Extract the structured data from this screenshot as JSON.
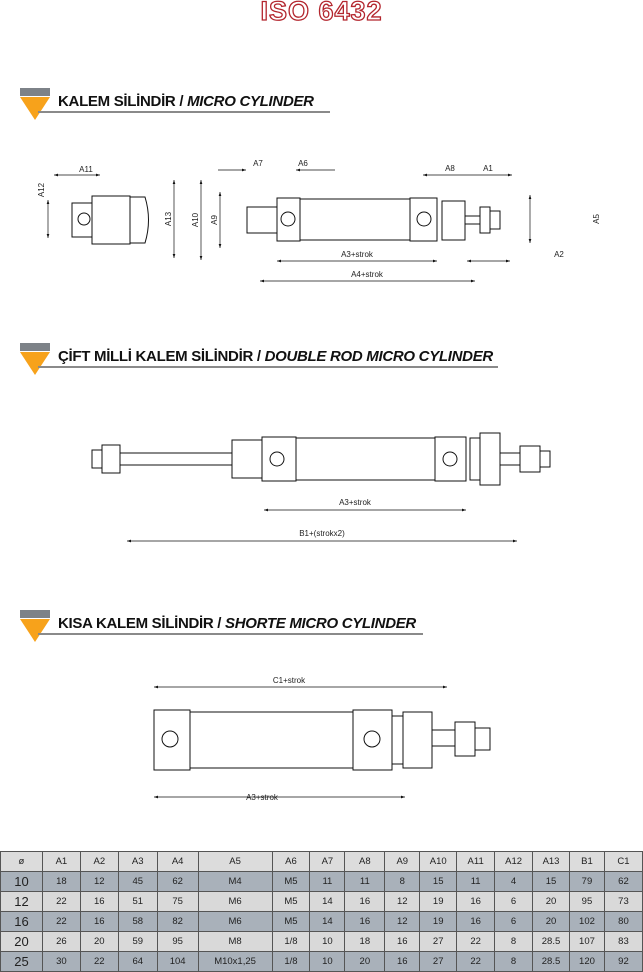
{
  "title": "ISO 6432",
  "colors": {
    "accent": "#f7a21b",
    "title_red": "#b3262e",
    "row_dark": "#a9b1ba",
    "row_light": "#d9d9d9"
  },
  "sections": [
    {
      "tr": "KALEM SİLİNDİR",
      "sep": " / ",
      "en": "MICRO CYLINDER"
    },
    {
      "tr": "ÇİFT MİLLİ KALEM SİLİNDİR",
      "sep": " / ",
      "en": "DOUBLE ROD MICRO CYLINDER"
    },
    {
      "tr": "KISA KALEM SİLİNDİR",
      "sep": " / ",
      "en": "SHORTE MICRO CYLINDER"
    }
  ],
  "dims1": {
    "a11": "A11",
    "a12": "A12",
    "a13": "A13",
    "a7": "A7",
    "a6": "A6",
    "a8": "A8",
    "a1": "A1",
    "a10": "A10",
    "a9": "A9",
    "a5": "A5",
    "a3": "A3+strok",
    "a4": "A4+strok",
    "a2": "A2"
  },
  "dims2": {
    "a3": "A3+strok",
    "b1": "B1+(strokx2)"
  },
  "dims3": {
    "c1": "C1+strok",
    "a3": "A3+strok"
  },
  "table": {
    "headers": [
      "ø",
      "A1",
      "A2",
      "A3",
      "A4",
      "A5",
      "A6",
      "A7",
      "A8",
      "A9",
      "A10",
      "A11",
      "A12",
      "A13",
      "B1",
      "C1"
    ],
    "rows": [
      [
        "10",
        "18",
        "12",
        "45",
        "62",
        "M4",
        "M5",
        "11",
        "11",
        "8",
        "15",
        "11",
        "4",
        "15",
        "79",
        "62"
      ],
      [
        "12",
        "22",
        "16",
        "51",
        "75",
        "M6",
        "M5",
        "14",
        "16",
        "12",
        "19",
        "16",
        "6",
        "20",
        "95",
        "73"
      ],
      [
        "16",
        "22",
        "16",
        "58",
        "82",
        "M6",
        "M5",
        "14",
        "16",
        "12",
        "19",
        "16",
        "6",
        "20",
        "102",
        "80"
      ],
      [
        "20",
        "26",
        "20",
        "59",
        "95",
        "M8",
        "1/8",
        "10",
        "18",
        "16",
        "27",
        "22",
        "8",
        "28.5",
        "107",
        "83"
      ],
      [
        "25",
        "30",
        "22",
        "64",
        "104",
        "M10x1,25",
        "1/8",
        "10",
        "20",
        "16",
        "27",
        "22",
        "8",
        "28.5",
        "120",
        "92"
      ]
    ]
  }
}
